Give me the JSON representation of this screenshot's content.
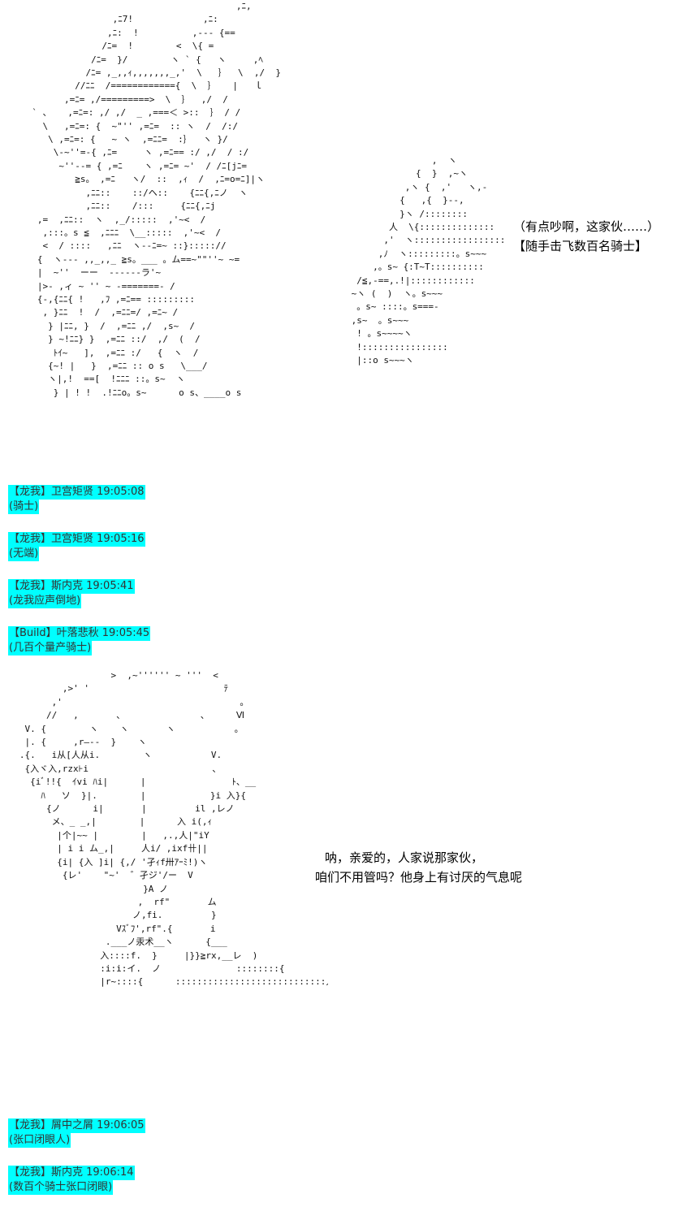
{
  "art_top": [
    "                                        ,ﾆ,",
    "                 ,ﾆ7!             ,ﾆ:",
    "                ,ﾆ:  !          ,--- {==",
    "               /ﾆ=  !        <  \\{ =",
    "             /ﾆ=  }/        ヽ ` {   ヽ     ,ﾍ",
    "            /ﾆ= ,_,,ｨ,,,,,,,_,'  \\   ｝  \\  ,/  }",
    "          //ﾆﾆ  /============{  \\  ｝   |   ｌ",
    "        ,=ﾆ= ,/=========>  \\  ｝  ,/  /",
    "  ` 、   ,=ﾆ=: ,/ ,/  _ ,===＜ >::  ｝ / /",
    "    \\   ,=ﾆ=: {  ~\"'' ,=ﾆ=  :: ヽ  /  /:/",
    "     \\ ,=ﾆ=: {   ~ ヽ  ,=ﾆﾆ=  :｝  ヽ }/",
    "      \\-~''=-{ ,ﾆ=     ヽ ,=ﾆ== :/ ,/  / :/",
    "       ~''--= { ,=ﾆ    ヽ ,=ﾆ= ~'  / /ﾆ[jﾆ=",
    "          ≧s。 ,=ﾆ   ヽ/  ::  ,ｨ  /  ,ﾆ=o=ﾆ]|ヽ",
    "            ,ﾆﾆ::    ::/ヘ::    {ﾆﾆ{,ﾆノ  ヽ",
    "            ,ﾆﾆ::    /:::     {ﾆﾆ{,ﾆj",
    "   ,=  ,ﾆﾆ::  ヽ  ,_/:::::  ,'~<  /",
    "    ,:::。s ≦  ,ﾆﾆﾆ  \\__:::::  ,'~<  /",
    "    <  / ::::   ,ﾆﾆ  ヽ--ﾆ=~ ::}::::://",
    "   {  ヽ--- ,,_,,_ ≧s。___ 。ム==~\"\"''~ ~=",
    "   |  ~''  ーー  ------ラ'~",
    "   |>- ,ィ ~ '' ~ -=======- /",
    "   {-,{ﾆﾆ{ !   ,ﾌ ,=ﾆ== :::::::::",
    "    , }ﾆﾆ  !  /  ,=ﾆﾆ=/ ,=ﾆ~ /",
    "     } |ﾆﾆ, }  /  ,=ﾆﾆ ,/  ,s~  /",
    "     } ~!ﾆﾆ} }  ,=ﾆﾆ ::/  ,/  (  /",
    "      ﾄｲ~   ],  ,=ﾆﾆ :/   {  ヽ  /",
    "     {~! |   }  ,=ﾆﾆ :: o s   \\___/",
    "     ヽ|,!  ==[  !ﾆﾆﾆ ::。s~  ヽ",
    "      } | ! !  .!ﾆﾆo。s~      o s、____o s"
  ],
  "art_top_right": [
    "                                ,  ヽ",
    "                             {  }  ,~ヽ",
    "                           ,ヽ {  ,'   ヽ,-",
    "                          {   ,{  }--,",
    "                          }ヽ /::::::::",
    "                        人  \\{::::::::::::::",
    "                       ,'  ヽ:::::::::::::::::",
    "                      ,ﾉ  ヽ:::::::::。s~~~",
    "                     ,。s~ {:T~T::::::::::",
    "                  /≦,-==,.!|::::::::::::",
    "                 ~ヽ (  )  ヽ。s~~~",
    "                  。s~ ::::。s===-",
    "                 ,s~  。s~~~",
    "                  ! 。s~~~~ヽ",
    "                  !::::::::::::::::",
    "                  |::o s~~~ヽ"
  ],
  "art_bottom": [
    "                    >  ,~'''''' ~ '''  <",
    "           ,>' '                         ﾃ",
    "         ,'                                 。",
    "        //   ,       、              、     Ⅵ",
    "    V. {        ヽ    ヽ       ヽ           。",
    "    |. {     ,r―--  }    ヽ",
    "   .{.   i从[人从i.        ヽ           V.",
    "    {入ヾ入,rzx⊦i                       、",
    "     {iﾞ!!{  ｲvi ﾊi|      |                ﾄ、__",
    "       ﾊ   ソ  }|.        |            }i 入}{",
    "        {ノ      i|       |         il ,レノ",
    "         メ、_ _,|        |      入 i(,ｨ",
    "          |个|~~ |        |   ,.,人|\"iY",
    "          | i i ム_,|     人i/ ,ixf卄||",
    "          {i| {入 ]i| {,/ '孑ｨf卅ｱｰﾐ!)ヽ",
    "           {レ'    \"~'  ゛孑ジ'/ー  V",
    "                          }A ノ",
    "                         ,  rf\"       ム",
    "                        ノ,fi.         }",
    "                     Vｽﾞﾌ',rf\".{       i",
    "                   .___ノ汞术__ヽ      {___",
    "                  入::::f.  }     |}}≧rx,__レ  )",
    "                  :i:i:イ.  ノ              ::::::::{",
    "                  |r~::::{      ::::::::::::::::::::::::::::人 ＼"
  ],
  "speech_top": {
    "line1": "（有点吵啊，这家伙……）",
    "line2": "【随手击飞数百名骑士】"
  },
  "speech_bottom": {
    "line1": "呐，亲爱的，人家说那家伙，",
    "line2": "咱们不用管吗？他身上有讨厌的气息呢"
  },
  "chat": [
    {
      "header": "【龙我】卫宫矩贤 19:05:08",
      "body": "(骑士)"
    },
    {
      "header": "【龙我】卫宫矩贤 19:05:16",
      "body": "(无端)"
    },
    {
      "header": "【龙我】斯内克 19:05:41",
      "body": "(龙我应声倒地)"
    },
    {
      "header": "【Build】叶落悲秋 19:05:45",
      "body": "(几百个量产骑士)"
    },
    {
      "header": "【龙我】屑中之屑 19:06:05",
      "body": "(张口闭眼人)"
    },
    {
      "header": "【龙我】斯内克 19:06:14",
      "body": "(数百个骑士张口闭眼)"
    }
  ]
}
